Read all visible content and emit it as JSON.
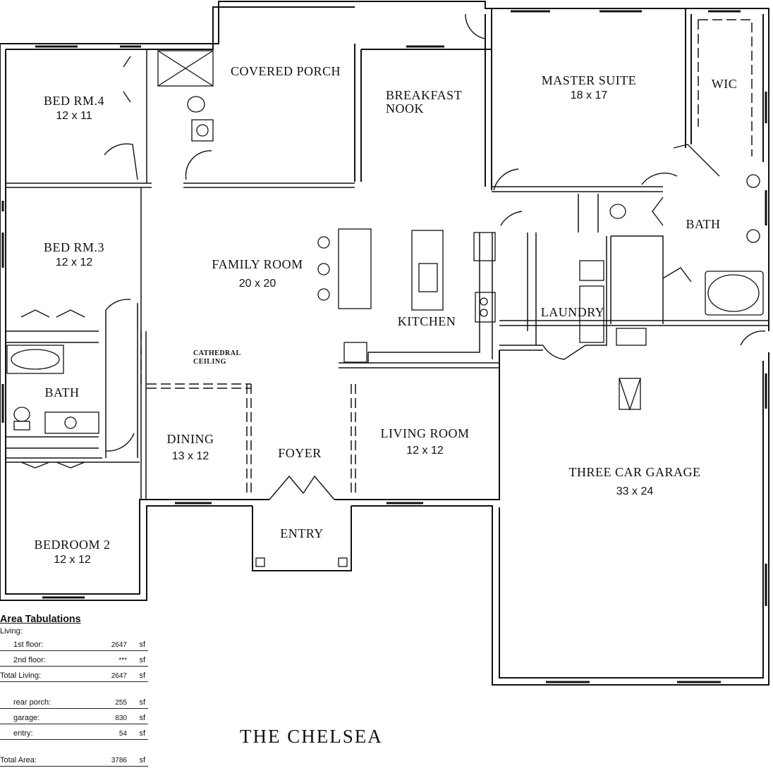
{
  "plan_title": "THE CHELSEA",
  "rooms": {
    "bed4": {
      "name": "BED RM.4",
      "size": "12 x 11"
    },
    "covered_porch": {
      "name": "COVERED PORCH"
    },
    "breakfast_nook": {
      "name_line1": "BREAKFAST",
      "name_line2": "NOOK"
    },
    "master_suite": {
      "name": "MASTER SUITE",
      "size": "18 x 17"
    },
    "wic": {
      "name": "WIC"
    },
    "bed3": {
      "name": "BED RM.3",
      "size": "12 x 12"
    },
    "family_room": {
      "name": "FAMILY ROOM",
      "size": "20 x 20"
    },
    "master_bath": {
      "name": "BATH"
    },
    "kitchen": {
      "name": "KITCHEN"
    },
    "laundry": {
      "name": "LAUNDRY"
    },
    "cathedral": {
      "line1": "CATHEDRAL",
      "line2": "CEILING"
    },
    "hall_bath": {
      "name": "BATH"
    },
    "dining": {
      "name": "DINING",
      "size": "13 x 12"
    },
    "foyer": {
      "name": "FOYER"
    },
    "living_room": {
      "name": "LIVING ROOM",
      "size": "12 x 12"
    },
    "garage": {
      "name": "THREE CAR GARAGE",
      "size": "33 x 24"
    },
    "entry": {
      "name": "ENTRY"
    },
    "bedroom2": {
      "name": "BEDROOM 2",
      "size": "12 x 12"
    }
  },
  "area_tabulations": {
    "heading": "Area Tabulations",
    "section": "Living:",
    "rows": [
      {
        "label": "1st floor:",
        "value": "2647",
        "unit": "sf"
      },
      {
        "label": "2nd floor:",
        "value": "***",
        "unit": "sf"
      },
      {
        "label": "Total Living:",
        "value": "2647",
        "unit": "sf"
      },
      {
        "label": "rear porch:",
        "value": "255",
        "unit": "sf"
      },
      {
        "label": "garage:",
        "value": "830",
        "unit": "sf"
      },
      {
        "label": "entry:",
        "value": "54",
        "unit": "sf"
      },
      {
        "label": "Total Area:",
        "value": "3786",
        "unit": "sf"
      }
    ]
  }
}
